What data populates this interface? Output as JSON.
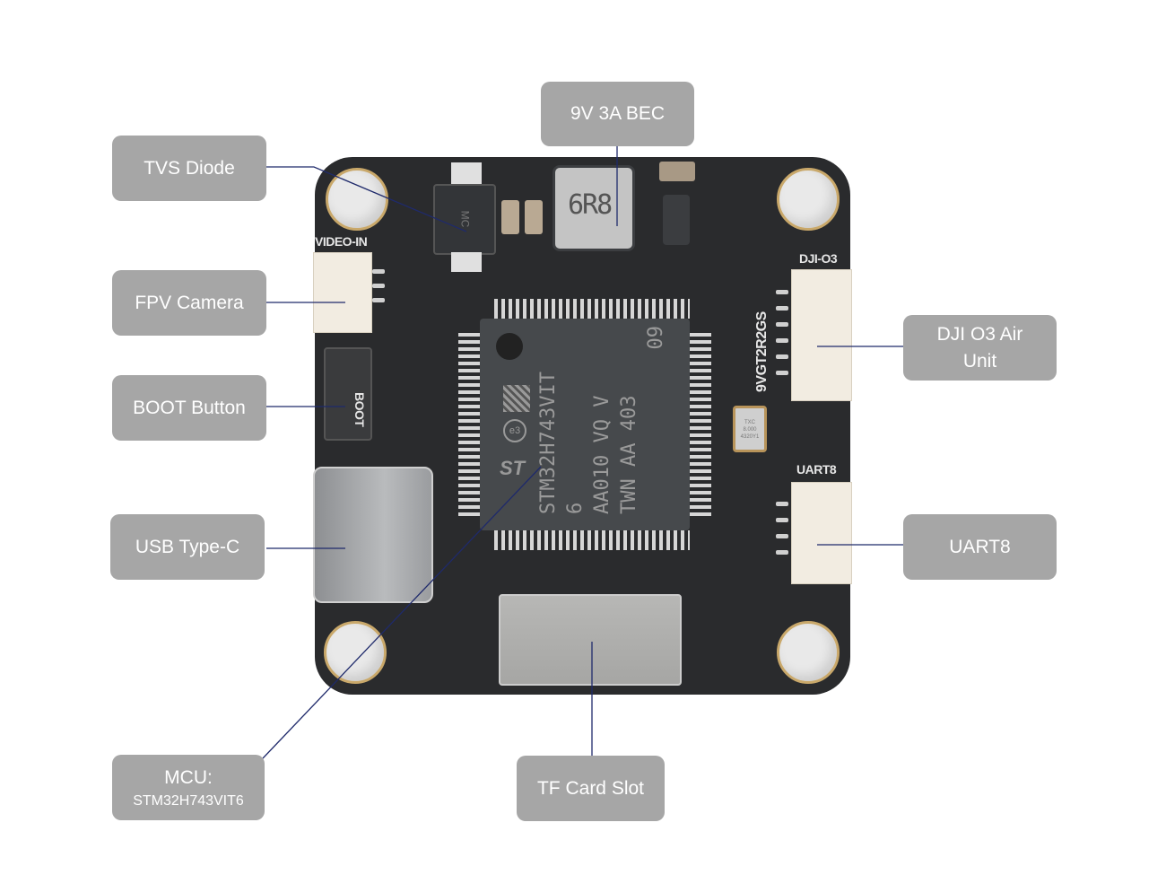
{
  "title": "Flight controller board callouts",
  "callouts": {
    "bec": "9V 3A BEC",
    "tvs": "TVS Diode",
    "fpv": "FPV Camera",
    "boot": "BOOT Button",
    "usb": "USB Type-C",
    "mcu_title": "MCU:",
    "mcu_model": "STM32H743VIT6",
    "dji_line1": "DJI O3 Air",
    "dji_line2": "Unit",
    "uart8": "UART8",
    "tf": "TF Card Slot"
  },
  "board_silkscreen": {
    "video_in": "VIDEO-IN",
    "boot": "BOOT",
    "dji_o3": "DJI-O3",
    "uart8": "UART8",
    "serial": "9VGT2R2GS",
    "inductor": "6R8",
    "diode": "MC"
  },
  "mcu_marking": {
    "line1": "STM32H743VIT",
    "line2": "6",
    "line3": "AA010 VQ V",
    "line4": "TWN AA 403",
    "line5": "09",
    "logo": "ST",
    "eco": "e3"
  },
  "crystal_marking": [
    "TXC",
    "8.000",
    "4320Y1"
  ],
  "colors": {
    "label_bg": "#a6a6a6",
    "label_text": "#ffffff",
    "leader_line": "#1f2a6b",
    "pcb": "#2a2b2d"
  }
}
